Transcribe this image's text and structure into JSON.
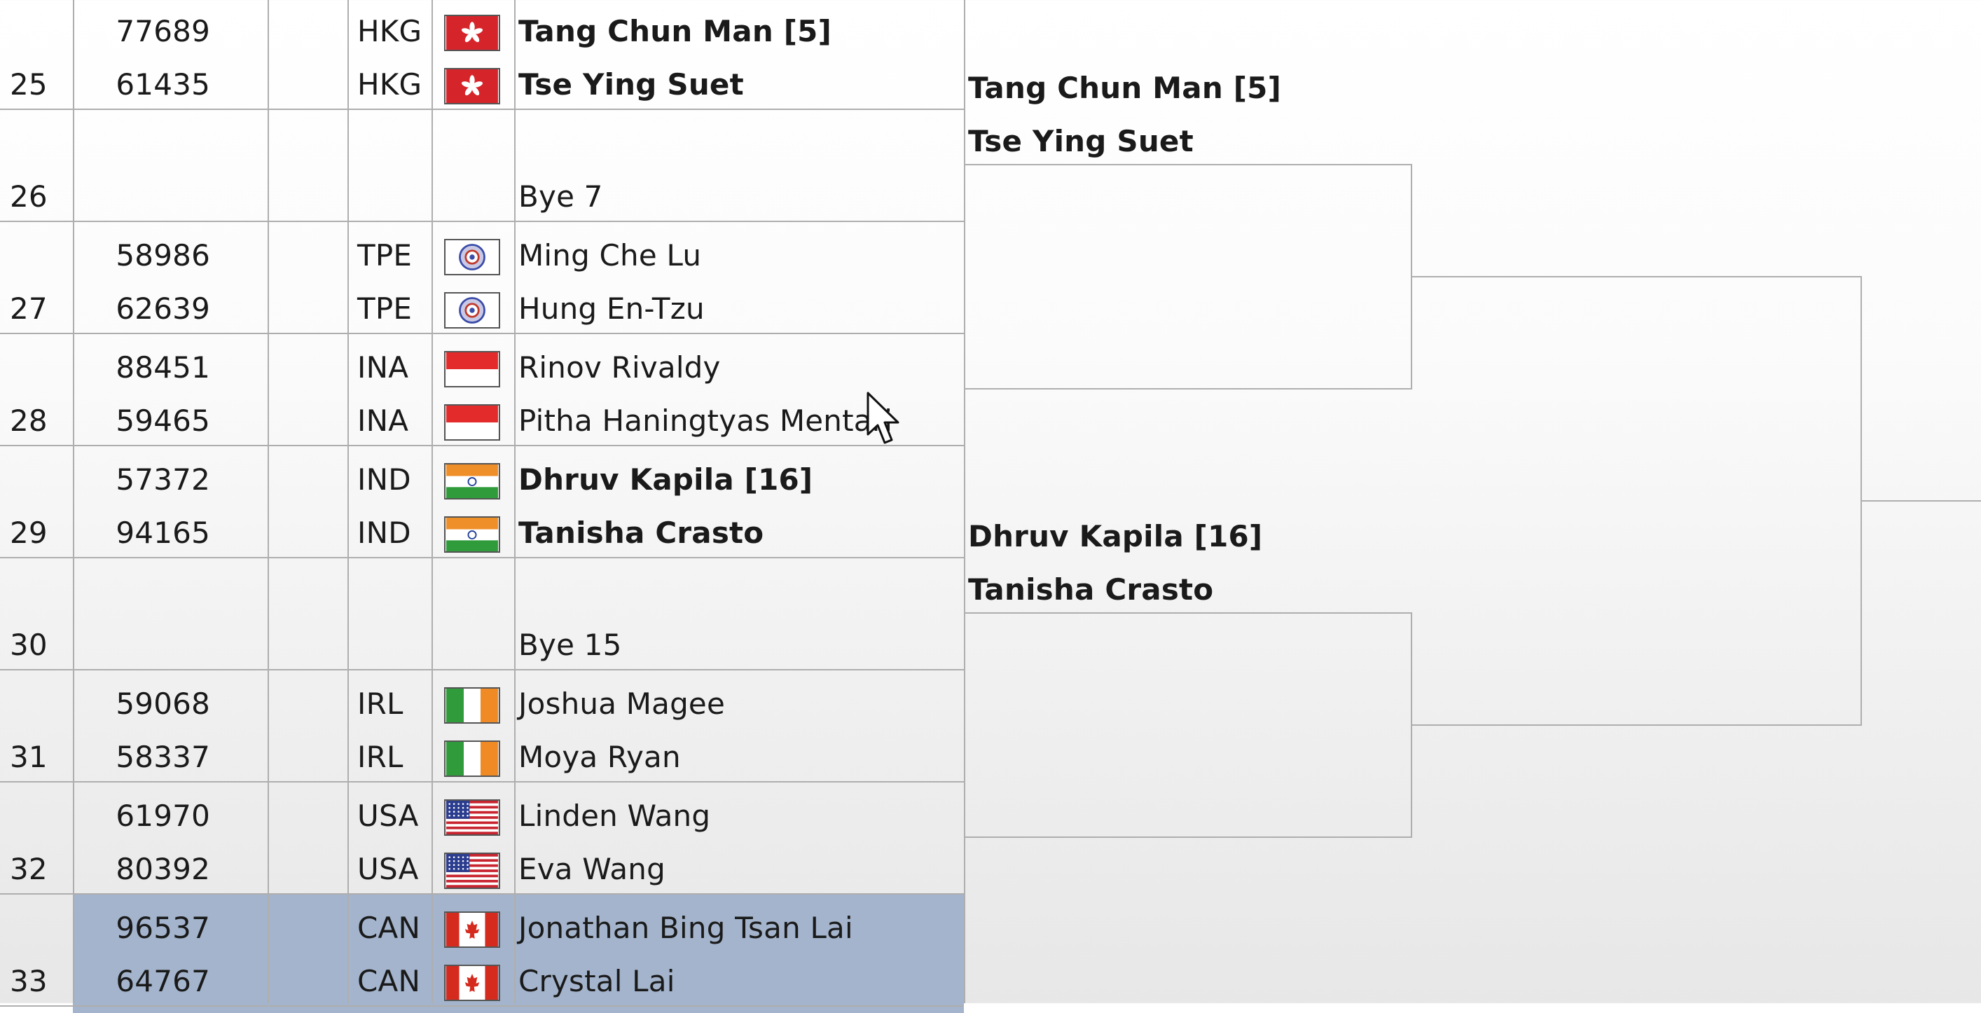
{
  "draw": {
    "rows": [
      {
        "draw_no": "",
        "entries": [
          {
            "id": "77689",
            "country": "HKG",
            "flag": "hkg",
            "name": "Tang Chun Man [5]",
            "bold": true
          },
          {
            "id": "61435",
            "country": "HKG",
            "flag": "hkg",
            "name": "Tse Ying Suet",
            "bold": true
          }
        ],
        "row_label": "25",
        "bye": ""
      },
      {
        "draw_no": "26",
        "entries": [],
        "bye": "Bye 7"
      },
      {
        "draw_no": "27",
        "entries": [
          {
            "id": "58986",
            "country": "TPE",
            "flag": "tpe",
            "name": "Ming Che Lu",
            "bold": false
          },
          {
            "id": "62639",
            "country": "TPE",
            "flag": "tpe",
            "name": "Hung En-Tzu",
            "bold": false
          }
        ],
        "bye": ""
      },
      {
        "draw_no": "28",
        "entries": [
          {
            "id": "88451",
            "country": "INA",
            "flag": "ina",
            "name": "Rinov Rivaldy",
            "bold": false
          },
          {
            "id": "59465",
            "country": "INA",
            "flag": "ina",
            "name": "Pitha Haningtyas Mentari",
            "bold": false
          }
        ],
        "bye": ""
      },
      {
        "draw_no": "29",
        "entries": [
          {
            "id": "57372",
            "country": "IND",
            "flag": "ind",
            "name": "Dhruv Kapila [16]",
            "bold": true
          },
          {
            "id": "94165",
            "country": "IND",
            "flag": "ind",
            "name": "Tanisha Crasto",
            "bold": true
          }
        ],
        "bye": ""
      },
      {
        "draw_no": "30",
        "entries": [],
        "bye": "Bye 15"
      },
      {
        "draw_no": "31",
        "entries": [
          {
            "id": "59068",
            "country": "IRL",
            "flag": "irl",
            "name": "Joshua Magee",
            "bold": false
          },
          {
            "id": "58337",
            "country": "IRL",
            "flag": "irl",
            "name": "Moya Ryan",
            "bold": false
          }
        ],
        "bye": ""
      },
      {
        "draw_no": "32",
        "entries": [
          {
            "id": "61970",
            "country": "USA",
            "flag": "usa",
            "name": "Linden Wang",
            "bold": false
          },
          {
            "id": "80392",
            "country": "USA",
            "flag": "usa",
            "name": "Eva Wang",
            "bold": false
          }
        ],
        "bye": ""
      },
      {
        "draw_no": "33",
        "entries": [
          {
            "id": "96537",
            "country": "CAN",
            "flag": "can",
            "name": "Jonathan Bing Tsan Lai",
            "bold": false
          },
          {
            "id": "64767",
            "country": "CAN",
            "flag": "can",
            "name": "Crystal Lai",
            "bold": false
          }
        ],
        "bye": "",
        "selected": true
      }
    ],
    "round2": [
      {
        "names": [
          "Tang Chun Man [5]",
          "Tse Ying Suet"
        ]
      },
      {
        "names": [
          "",
          ""
        ]
      },
      {
        "names": [
          "Dhruv Kapila [16]",
          "Tanisha Crasto"
        ]
      },
      {
        "names": [
          "",
          ""
        ]
      }
    ]
  },
  "colors": {
    "grid": "#aeaeae",
    "selection": "#a3b4cc",
    "text": "#1a1a1a"
  },
  "icons": {
    "cursor": "mouse-pointer-icon"
  }
}
